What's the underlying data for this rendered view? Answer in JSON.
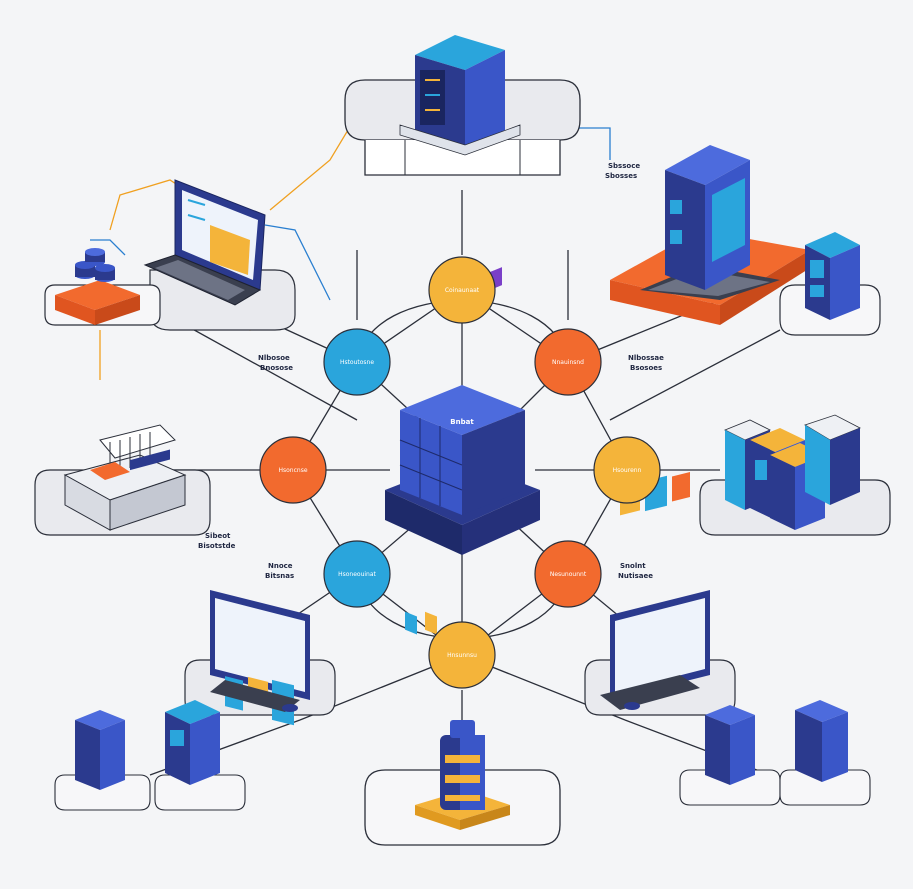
{
  "colors": {
    "background": "#f4f5f7",
    "line": "#2b2f3a",
    "accent_orange_line": "#f0a020",
    "accent_blue_line": "#2a7fd0",
    "node_yellow": "#f4b43a",
    "node_orange": "#f26a2e",
    "node_blue": "#2aa5dc",
    "hub_blue": "#3a56c8",
    "hub_dark": "#2b3a8e",
    "platform": "#e9eaee"
  },
  "hub": {
    "label": "Bnbat",
    "icon": "cube-hub-icon"
  },
  "nodes": [
    {
      "id": "n-top",
      "label": "Coinaunaat",
      "color": "yellow"
    },
    {
      "id": "n-upper-left",
      "label": "Hstoutosne",
      "color": "blue"
    },
    {
      "id": "n-upper-right",
      "label": "Nnauinsnd",
      "color": "orange"
    },
    {
      "id": "n-left",
      "label": "Hsoncnse",
      "color": "orange"
    },
    {
      "id": "n-right",
      "label": "Hsourenn",
      "color": "yellow"
    },
    {
      "id": "n-lower-left",
      "label": "Hsoneouinat",
      "color": "blue"
    },
    {
      "id": "n-lower-right",
      "label": "Nesunounnt",
      "color": "orange"
    },
    {
      "id": "n-bottom",
      "label": "Hnsunnsu",
      "color": "yellow"
    }
  ],
  "labels": {
    "top_right": [
      "Sbssoce",
      "Sbosses"
    ],
    "upper_left": [
      "Nlbosoe",
      "Bnosose"
    ],
    "upper_right": [
      "Nlbossae",
      "Bsosoes"
    ],
    "left": [
      "Sibeot",
      "Bisotstde"
    ],
    "lower_left": [
      "Nnoce",
      "Bitsnas"
    ],
    "lower_right": [
      "Snolnt",
      "Nutisaee"
    ]
  },
  "devices": [
    {
      "name": "top-server-icon"
    },
    {
      "name": "laptop-icon"
    },
    {
      "name": "database-stack-icon"
    },
    {
      "name": "workstation-icon"
    },
    {
      "name": "small-server-icon"
    },
    {
      "name": "printer-icon"
    },
    {
      "name": "storage-array-icon"
    },
    {
      "name": "monitor-left-icon"
    },
    {
      "name": "monitor-right-icon"
    },
    {
      "name": "battery-icon"
    },
    {
      "name": "tower-server-icon"
    }
  ]
}
